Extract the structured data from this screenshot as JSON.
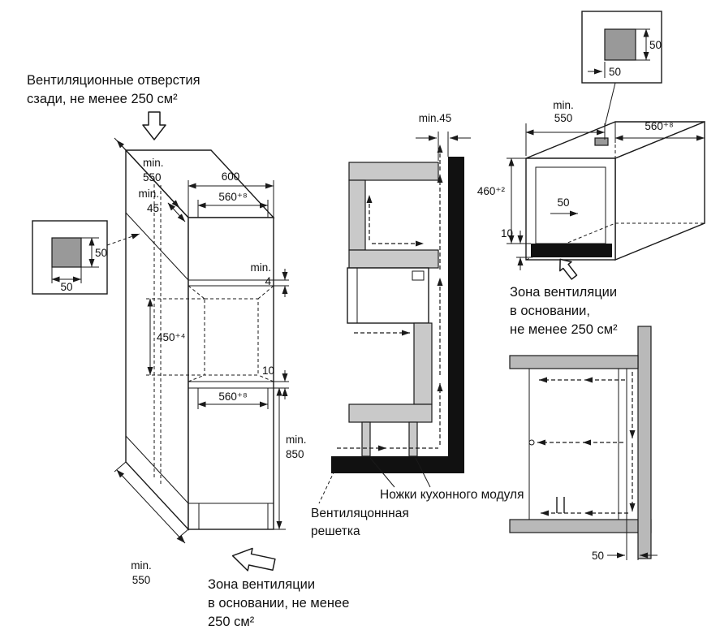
{
  "left": {
    "note_top_line1": "Вентиляционные отверстия",
    "note_top_line2": "сзади, не менее 250 см²",
    "dim_depth_top_min": "min.",
    "dim_depth_top_val": "550",
    "dim_width_top": "600",
    "dim_gap_top_min": "min.",
    "dim_gap_top_val": "45",
    "dim_niche_width_top": "560⁺⁸",
    "detail_hole_height": "50",
    "detail_hole_width": "50",
    "dim_gap_worktop_min": "min.",
    "dim_gap_worktop_val": "4",
    "dim_niche_height": "450⁺⁴",
    "dim_gap_bottom": "10",
    "dim_niche_width_mid": "560⁺⁸",
    "dim_height_floor_min": "min.",
    "dim_height_floor_val": "850",
    "dim_depth_bottom_min": "min.",
    "dim_depth_bottom_val": "550",
    "note_bottom_line1": "Зона вентиляции",
    "note_bottom_line2": "в основании, не менее",
    "note_bottom_line3": "250 см²"
  },
  "middle": {
    "dim_wall_gap": "min.45",
    "label_legs": "Ножки кухонного модуля",
    "label_grille_line1": "Вентиляцоннная",
    "label_grille_line2": "решетка"
  },
  "right_top": {
    "detail_hole_height": "50",
    "detail_hole_width": "50",
    "dim_depth_min": "min.",
    "dim_depth_val": "550",
    "dim_width": "560⁺⁸",
    "dim_height": "460⁺²",
    "dim_hole_offset": "50",
    "dim_base_gap": "10",
    "note_line1": "Зона вентиляции",
    "note_line2": "в основании,",
    "note_line3": "не менее 250 см²"
  },
  "right_bottom": {
    "dim_wall_gap": "50"
  }
}
